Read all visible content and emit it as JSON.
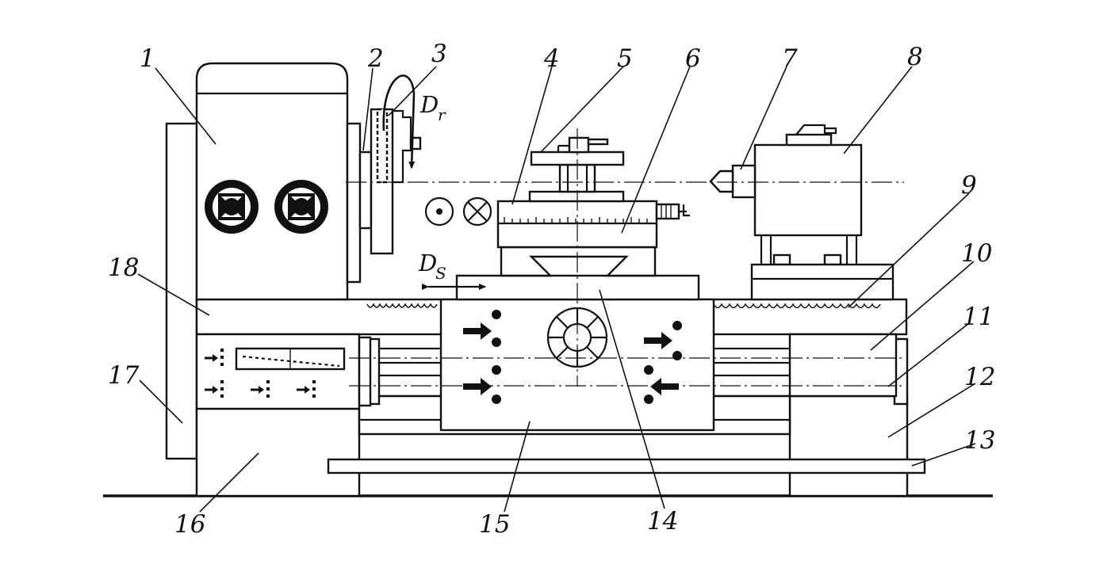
{
  "labels": [
    "1",
    "2",
    "3",
    "4",
    "5",
    "6",
    "7",
    "8",
    "9",
    "10",
    "11",
    "12",
    "13",
    "14",
    "15",
    "16",
    "17",
    "18"
  ],
  "symbols": {
    "rotation": {
      "main": "D",
      "sub": "r"
    },
    "feed": {
      "main": "D",
      "sub": "S"
    }
  }
}
